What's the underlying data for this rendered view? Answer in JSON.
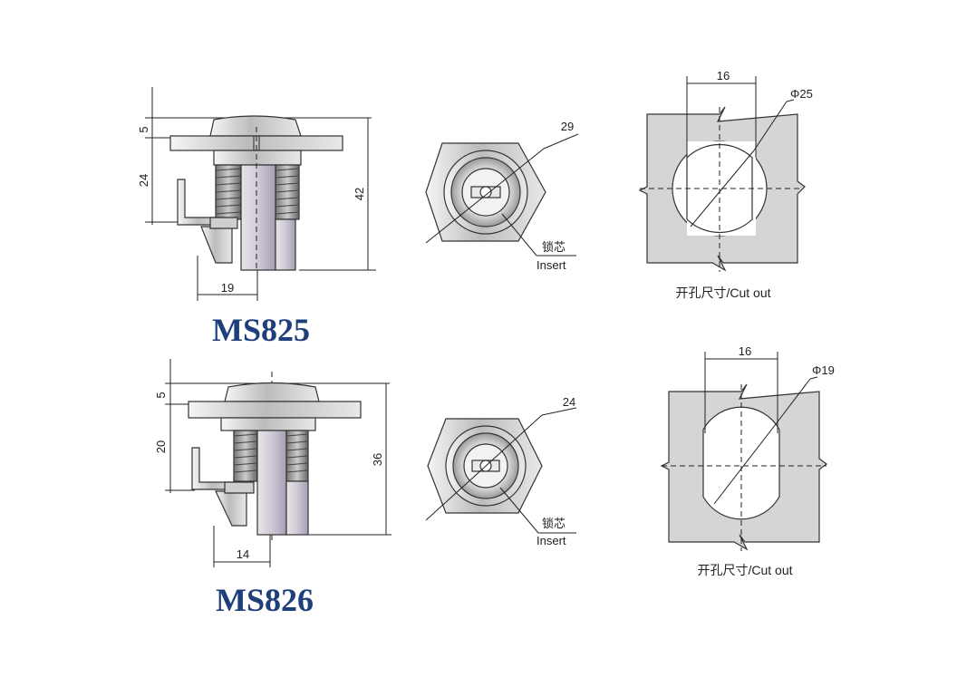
{
  "products": [
    {
      "model": "MS825",
      "side": {
        "dim_top": "5",
        "dim_mid": "24",
        "dim_total": "42",
        "dim_width": "19"
      },
      "front": {
        "dim_hex": "29",
        "insert_cn": "锁芯",
        "insert_en": "Insert"
      },
      "cutout": {
        "dim_width": "16",
        "dim_diameter": "Φ25",
        "label": "开孔尺寸/Cut out"
      }
    },
    {
      "model": "MS826",
      "side": {
        "dim_top": "5",
        "dim_mid": "20",
        "dim_total": "36",
        "dim_width": "14"
      },
      "front": {
        "dim_hex": "24",
        "insert_cn": "锁芯",
        "insert_en": "Insert"
      },
      "cutout": {
        "dim_width": "16",
        "dim_diameter": "Φ19",
        "label": "开孔尺寸/Cut out"
      }
    }
  ],
  "colors": {
    "model_text": "#1f3f7a",
    "plate": "#d5d5d5",
    "metal_light": "#ececec",
    "metal_dark": "#9a9a9a"
  }
}
